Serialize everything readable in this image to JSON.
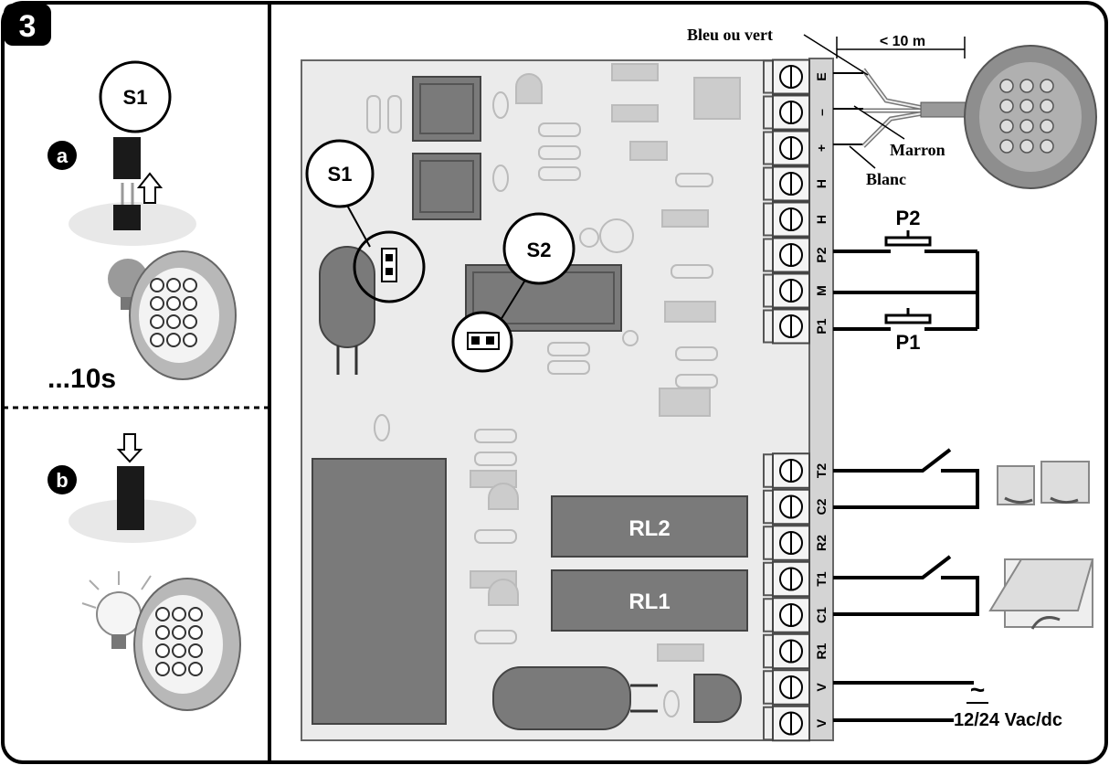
{
  "step": {
    "number": "3"
  },
  "left_panel": {
    "a": {
      "label": "a",
      "bubble": "S1",
      "duration": "...10s"
    },
    "b": {
      "label": "b"
    }
  },
  "board": {
    "jumper_s1": "S1",
    "jumper_s2": "S2",
    "relay_2": "RL2",
    "relay_1": "RL1",
    "terminals_top": [
      "E",
      "–",
      "+",
      "H",
      "H",
      "P2",
      "M",
      "P1"
    ],
    "terminals_bottom": [
      "T2",
      "C2",
      "R2",
      "T1",
      "C1",
      "R1",
      "V",
      "V"
    ]
  },
  "wiring": {
    "distance": "< 10 m",
    "wire_blue_green": "Bleu ou vert",
    "wire_brown": "Marron",
    "wire_white": "Blanc",
    "pushbutton_2": "P2",
    "pushbutton_1": "P1",
    "power_symbol": "~",
    "power_label": "12/24 Vac/dc"
  },
  "colors": {
    "board": "#ebebeb",
    "component": "#7a7a7a",
    "terminal": "#cfcfcf",
    "line": "#000000"
  }
}
